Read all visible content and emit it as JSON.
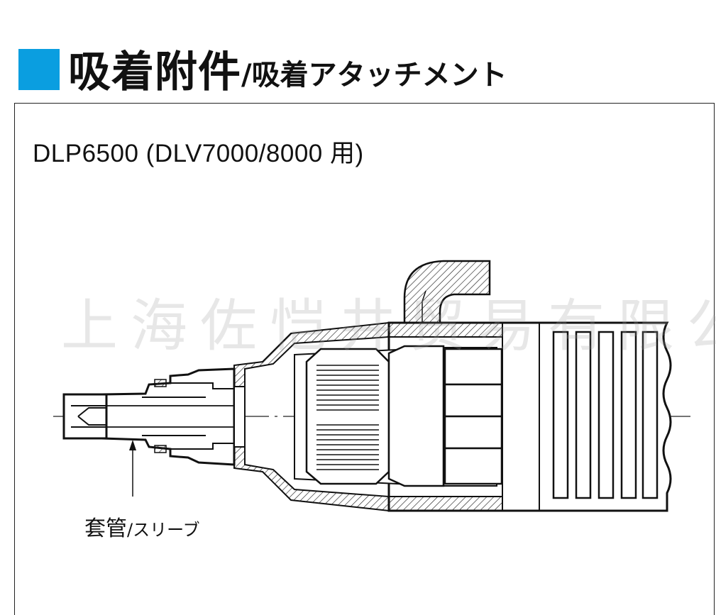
{
  "header": {
    "title_main": "吸着附件",
    "title_sub": "/吸着アタッチメント",
    "accent_color": "#0a9ee0",
    "icon": "blue-square-icon"
  },
  "model_label": "DLP6500 (DLV7000/8000 用)",
  "diagram": {
    "watermark": "上海佐恺井贸易有限公司",
    "callout_main": "套管",
    "callout_sub": "/スリーブ"
  }
}
